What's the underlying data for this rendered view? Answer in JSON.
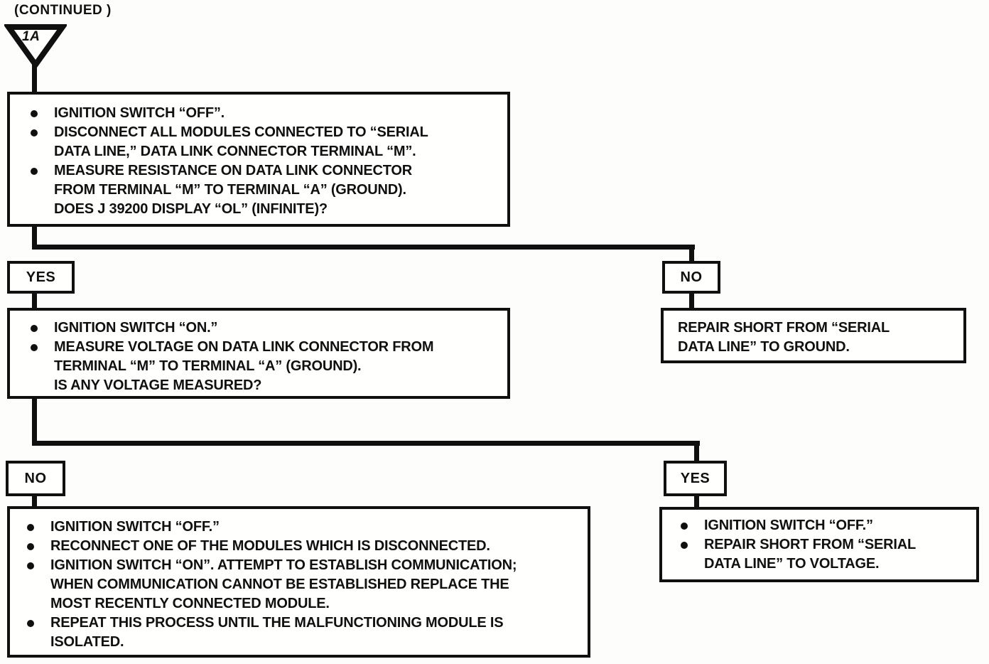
{
  "page": {
    "continued_label": "(CONTINUED )",
    "connector_symbol": "1A"
  },
  "colors": {
    "ink": "#101010",
    "paper": "#fdfdfc"
  },
  "flowchart": {
    "step_1a": {
      "bullets": [
        "IGNITION SWITCH “OFF”.",
        "DISCONNECT ALL MODULES CONNECTED TO “SERIAL\nDATA LINE,” DATA LINK CONNECTOR TERMINAL “M”.",
        "MEASURE RESISTANCE ON DATA LINK CONNECTOR\nFROM TERMINAL “M” TO TERMINAL “A” (GROUND).\nDOES J 39200 DISPLAY “OL” (INFINITE)?"
      ]
    },
    "branch_1": {
      "left_label": "YES",
      "right_label": "NO"
    },
    "step_yes_1": {
      "bullets": [
        "IGNITION SWITCH “ON.”",
        "MEASURE VOLTAGE ON DATA LINK CONNECTOR FROM\nTERMINAL “M” TO TERMINAL “A” (GROUND).\nIS ANY VOLTAGE MEASURED?"
      ]
    },
    "result_no_1": {
      "text": "REPAIR SHORT FROM “SERIAL\nDATA LINE” TO GROUND."
    },
    "branch_2": {
      "left_label": "NO",
      "right_label": "YES"
    },
    "step_no_2": {
      "bullets": [
        "IGNITION SWITCH “OFF.”",
        "RECONNECT ONE OF THE MODULES WHICH IS DISCONNECTED.",
        "IGNITION SWITCH “ON”. ATTEMPT TO ESTABLISH COMMUNICATION;\nWHEN COMMUNICATION CANNOT BE ESTABLISHED REPLACE THE\nMOST RECENTLY CONNECTED MODULE.",
        "REPEAT THIS PROCESS UNTIL THE MALFUNCTIONING MODULE IS\nISOLATED."
      ]
    },
    "result_yes_2": {
      "bullets": [
        "IGNITION SWITCH “OFF.”",
        "REPAIR SHORT FROM “SERIAL\nDATA LINE” TO VOLTAGE."
      ]
    }
  }
}
